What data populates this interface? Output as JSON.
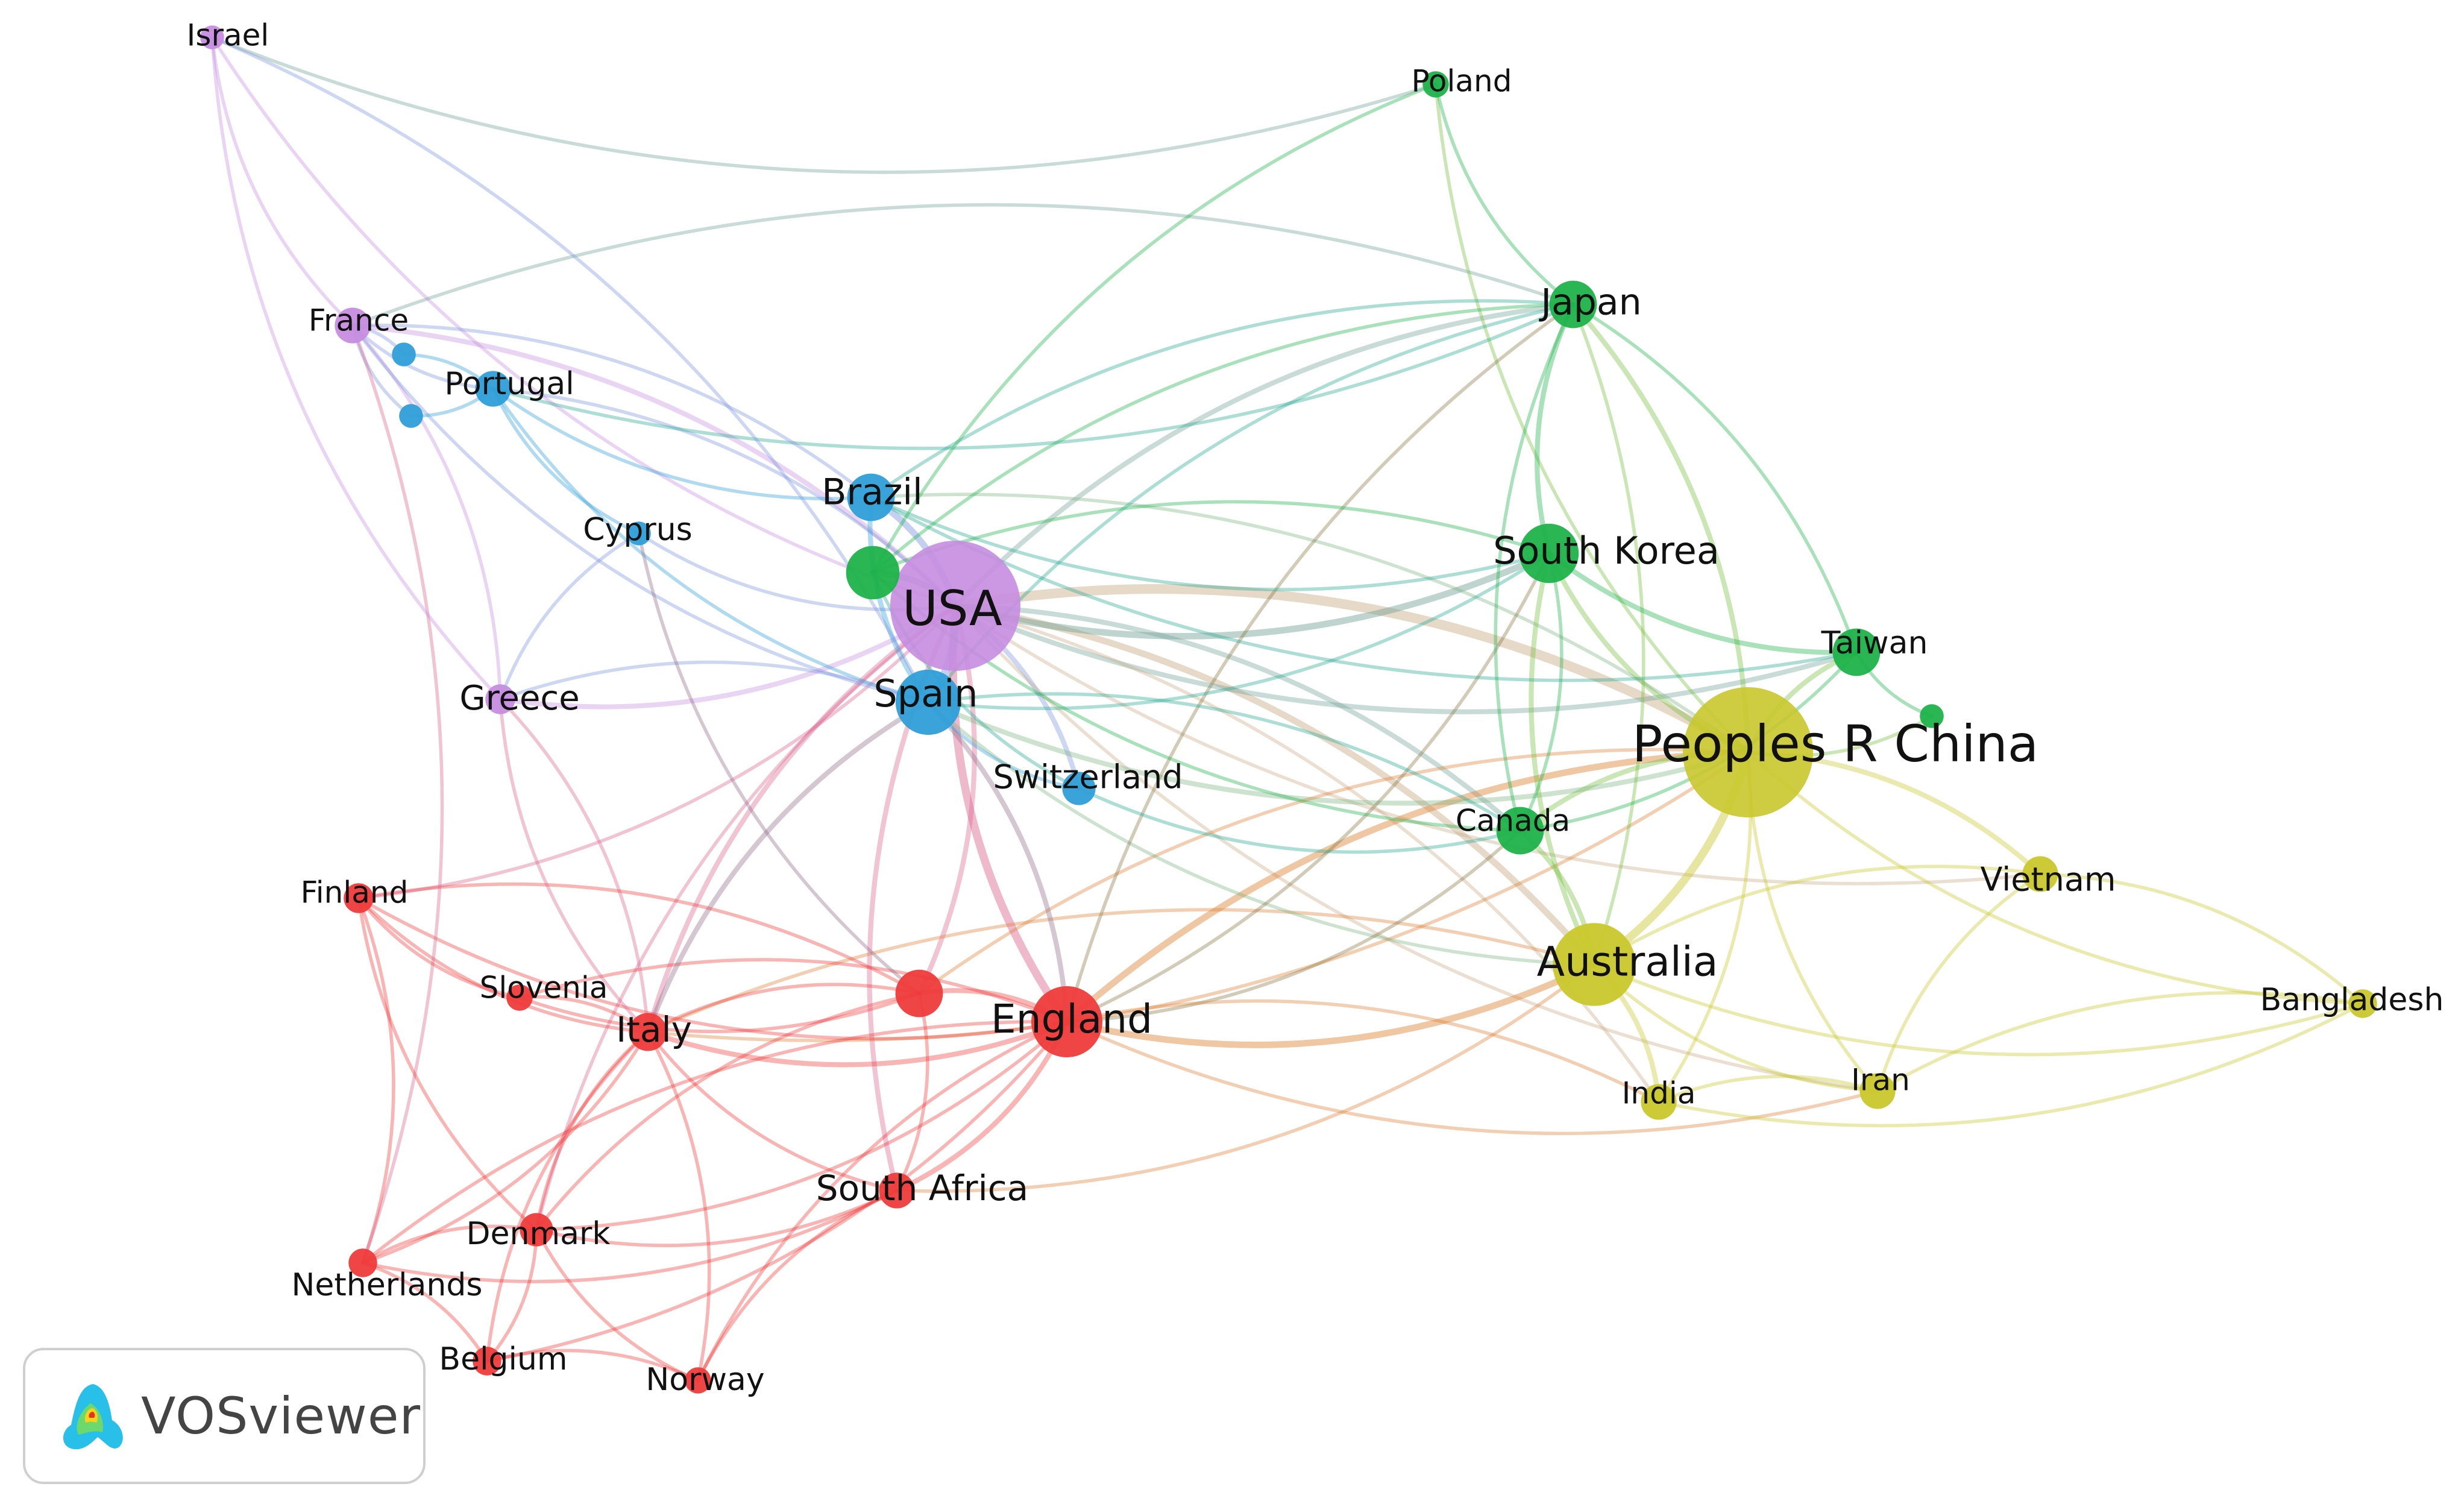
{
  "network": {
    "clusters": {
      "red": "#ef3b3b",
      "green": "#1db24a",
      "blue": "#2f9fd8",
      "yellow": "#c9c82c",
      "purple": "#c68de0"
    },
    "nodes": [
      {
        "id": "usa",
        "label": "USA",
        "cluster": "purple",
        "weight": 10
      },
      {
        "id": "china",
        "label": "Peoples R China",
        "cluster": "yellow",
        "weight": 10
      },
      {
        "id": "australia",
        "label": "Australia",
        "cluster": "yellow",
        "weight": 6
      },
      {
        "id": "england",
        "label": "England",
        "cluster": "red",
        "weight": 5
      },
      {
        "id": "spain",
        "label": "Spain",
        "cluster": "blue",
        "weight": 4.5
      },
      {
        "id": "brazil",
        "label": "Brazil",
        "cluster": "blue",
        "weight": 3
      },
      {
        "id": "southkorea",
        "label": "South Korea",
        "cluster": "green",
        "weight": 4
      },
      {
        "id": "japan",
        "label": "Japan",
        "cluster": "green",
        "weight": 3
      },
      {
        "id": "taiwan",
        "label": "Taiwan",
        "cluster": "green",
        "weight": 3
      },
      {
        "id": "canada",
        "label": "Canada",
        "cluster": "green",
        "weight": 3
      },
      {
        "id": "poland",
        "label": "Poland",
        "cluster": "green",
        "weight": 1.2
      },
      {
        "id": "italy",
        "label": "Italy",
        "cluster": "red",
        "weight": 2.2
      },
      {
        "id": "southafrica",
        "label": "South Africa",
        "cluster": "red",
        "weight": 2
      },
      {
        "id": "denmark",
        "label": "Denmark",
        "cluster": "red",
        "weight": 1.8
      },
      {
        "id": "netherlands",
        "label": "Netherlands",
        "cluster": "red",
        "weight": 1.4
      },
      {
        "id": "belgium",
        "label": "Belgium",
        "cluster": "red",
        "weight": 1.4
      },
      {
        "id": "norway",
        "label": "Norway",
        "cluster": "red",
        "weight": 1.2
      },
      {
        "id": "slovenia",
        "label": "Slovenia",
        "cluster": "red",
        "weight": 1.2
      },
      {
        "id": "finland",
        "label": "Finland",
        "cluster": "red",
        "weight": 1.5
      },
      {
        "id": "greece",
        "label": "Greece",
        "cluster": "purple",
        "weight": 1.5
      },
      {
        "id": "france",
        "label": "France",
        "cluster": "purple",
        "weight": 2
      },
      {
        "id": "israel",
        "label": "Israel",
        "cluster": "purple",
        "weight": 1
      },
      {
        "id": "cyprus",
        "label": "Cyprus",
        "cluster": "blue",
        "weight": 1
      },
      {
        "id": "portugal",
        "label": "Portugal",
        "cluster": "blue",
        "weight": 2
      },
      {
        "id": "switzerland",
        "label": "Switzerland",
        "cluster": "blue",
        "weight": 1.8
      },
      {
        "id": "vietnam",
        "label": "Vietnam",
        "cluster": "yellow",
        "weight": 2
      },
      {
        "id": "bangladesh",
        "label": "Bangladesh",
        "cluster": "yellow",
        "weight": 1.4
      },
      {
        "id": "india",
        "label": "India",
        "cluster": "yellow",
        "weight": 2
      },
      {
        "id": "iran",
        "label": "Iran",
        "cluster": "yellow",
        "weight": 2
      },
      {
        "id": "n_green_usa",
        "label": "",
        "cluster": "green",
        "weight": 3.5
      },
      {
        "id": "n_red_center",
        "label": "",
        "cluster": "red",
        "weight": 3
      },
      {
        "id": "n_green_taiwan",
        "label": "",
        "cluster": "green",
        "weight": 1
      },
      {
        "id": "n_blue_fr1",
        "label": "",
        "cluster": "blue",
        "weight": 1
      },
      {
        "id": "n_blue_fr2",
        "label": "",
        "cluster": "blue",
        "weight": 1
      }
    ],
    "links": [
      [
        "usa",
        "china",
        5
      ],
      [
        "usa",
        "england",
        4
      ],
      [
        "usa",
        "spain",
        4
      ],
      [
        "usa",
        "brazil",
        3
      ],
      [
        "usa",
        "australia",
        3
      ],
      [
        "usa",
        "southkorea",
        3
      ],
      [
        "usa",
        "japan",
        2
      ],
      [
        "usa",
        "taiwan",
        2
      ],
      [
        "usa",
        "canada",
        2
      ],
      [
        "usa",
        "italy",
        2
      ],
      [
        "usa",
        "greece",
        2
      ],
      [
        "usa",
        "france",
        2
      ],
      [
        "usa",
        "israel",
        1
      ],
      [
        "usa",
        "n_green_usa",
        3
      ],
      [
        "usa",
        "switzerland",
        2
      ],
      [
        "usa",
        "portugal",
        1
      ],
      [
        "usa",
        "cyprus",
        1
      ],
      [
        "usa",
        "southafrica",
        2
      ],
      [
        "usa",
        "n_red_center",
        2
      ],
      [
        "usa",
        "denmark",
        1
      ],
      [
        "usa",
        "finland",
        1
      ],
      [
        "usa",
        "vietnam",
        1
      ],
      [
        "usa",
        "india",
        1
      ],
      [
        "usa",
        "iran",
        1
      ],
      [
        "china",
        "australia",
        4
      ],
      [
        "china",
        "england",
        3
      ],
      [
        "china",
        "southkorea",
        2
      ],
      [
        "china",
        "japan",
        2
      ],
      [
        "china",
        "taiwan",
        2
      ],
      [
        "china",
        "canada",
        2
      ],
      [
        "china",
        "vietnam",
        2
      ],
      [
        "china",
        "bangladesh",
        1
      ],
      [
        "china",
        "india",
        1
      ],
      [
        "china",
        "iran",
        1
      ],
      [
        "china",
        "spain",
        2
      ],
      [
        "china",
        "brazil",
        1
      ],
      [
        "china",
        "italy",
        1
      ],
      [
        "china",
        "n_green_taiwan",
        1
      ],
      [
        "china",
        "poland",
        1
      ],
      [
        "china",
        "n_red_center",
        1
      ],
      [
        "australia",
        "england",
        3
      ],
      [
        "australia",
        "canada",
        2
      ],
      [
        "australia",
        "southkorea",
        2
      ],
      [
        "australia",
        "japan",
        1
      ],
      [
        "australia",
        "india",
        2
      ],
      [
        "australia",
        "iran",
        1
      ],
      [
        "australia",
        "vietnam",
        1
      ],
      [
        "australia",
        "italy",
        1
      ],
      [
        "australia",
        "spain",
        1
      ],
      [
        "australia",
        "bangladesh",
        1
      ],
      [
        "australia",
        "southafrica",
        1
      ],
      [
        "england",
        "spain",
        2
      ],
      [
        "england",
        "italy",
        2
      ],
      [
        "england",
        "n_red_center",
        2
      ],
      [
        "england",
        "southafrica",
        2
      ],
      [
        "england",
        "canada",
        1
      ],
      [
        "england",
        "japan",
        1
      ],
      [
        "england",
        "southkorea",
        1
      ],
      [
        "england",
        "denmark",
        1
      ],
      [
        "england",
        "netherlands",
        1
      ],
      [
        "england",
        "belgium",
        1
      ],
      [
        "england",
        "norway",
        1
      ],
      [
        "england",
        "finland",
        1
      ],
      [
        "england",
        "iran",
        1
      ],
      [
        "england",
        "india",
        1
      ],
      [
        "england",
        "slovenia",
        1
      ],
      [
        "spain",
        "brazil",
        2
      ],
      [
        "spain",
        "italy",
        2
      ],
      [
        "spain",
        "portugal",
        1
      ],
      [
        "spain",
        "switzerland",
        1
      ],
      [
        "spain",
        "japan",
        1
      ],
      [
        "spain",
        "southkorea",
        1
      ],
      [
        "spain",
        "canada",
        1
      ],
      [
        "spain",
        "greece",
        1
      ],
      [
        "brazil",
        "japan",
        1
      ],
      [
        "brazil",
        "southkorea",
        1
      ],
      [
        "brazil",
        "portugal",
        1
      ],
      [
        "brazil",
        "taiwan",
        1
      ],
      [
        "southkorea",
        "japan",
        2
      ],
      [
        "southkorea",
        "taiwan",
        2
      ],
      [
        "southkorea",
        "canada",
        1
      ],
      [
        "southkorea",
        "n_green_usa",
        1
      ],
      [
        "japan",
        "taiwan",
        1
      ],
      [
        "japan",
        "canada",
        1
      ],
      [
        "japan",
        "poland",
        1
      ],
      [
        "japan",
        "n_green_usa",
        1
      ],
      [
        "japan",
        "portugal",
        1
      ],
      [
        "japan",
        "france",
        1
      ],
      [
        "taiwan",
        "canada",
        1
      ],
      [
        "taiwan",
        "n_green_taiwan",
        1
      ],
      [
        "canada",
        "n_green_usa",
        1
      ],
      [
        "poland",
        "n_green_usa",
        1
      ],
      [
        "poland",
        "israel",
        1
      ],
      [
        "italy",
        "denmark",
        1
      ],
      [
        "italy",
        "netherlands",
        1
      ],
      [
        "italy",
        "belgium",
        1
      ],
      [
        "italy",
        "norway",
        1
      ],
      [
        "italy",
        "slovenia",
        1
      ],
      [
        "italy",
        "finland",
        1
      ],
      [
        "italy",
        "southafrica",
        1
      ],
      [
        "italy",
        "n_red_center",
        1
      ],
      [
        "italy",
        "greece",
        1
      ],
      [
        "n_red_center",
        "southafrica",
        1
      ],
      [
        "n_red_center",
        "denmark",
        1
      ],
      [
        "n_red_center",
        "slovenia",
        1
      ],
      [
        "n_red_center",
        "finland",
        1
      ],
      [
        "southafrica",
        "denmark",
        1
      ],
      [
        "southafrica",
        "norway",
        1
      ],
      [
        "southafrica",
        "netherlands",
        1
      ],
      [
        "denmark",
        "netherlands",
        1
      ],
      [
        "denmark",
        "belgium",
        1
      ],
      [
        "denmark",
        "norway",
        1
      ],
      [
        "netherlands",
        "belgium",
        1
      ],
      [
        "netherlands",
        "finland",
        1
      ],
      [
        "belgium",
        "norway",
        1
      ],
      [
        "greece",
        "france",
        1
      ],
      [
        "greece",
        "cyprus",
        1
      ],
      [
        "greece",
        "italy",
        1
      ],
      [
        "france",
        "israel",
        1
      ],
      [
        "france",
        "portugal",
        1
      ],
      [
        "france",
        "n_blue_fr1",
        1
      ],
      [
        "france",
        "n_blue_fr2",
        1
      ],
      [
        "france",
        "brazil",
        1
      ],
      [
        "france",
        "spain",
        1
      ],
      [
        "france",
        "netherlands",
        1
      ],
      [
        "israel",
        "greece",
        1
      ],
      [
        "israel",
        "spain",
        1
      ],
      [
        "portugal",
        "n_blue_fr1",
        1
      ],
      [
        "portugal",
        "n_blue_fr2",
        1
      ],
      [
        "portugal",
        "cyprus",
        1
      ],
      [
        "switzerland",
        "n_green_usa",
        1
      ],
      [
        "switzerland",
        "canada",
        1
      ],
      [
        "vietnam",
        "bangladesh",
        1
      ],
      [
        "vietnam",
        "iran",
        1
      ],
      [
        "india",
        "iran",
        1
      ],
      [
        "india",
        "bangladesh",
        1
      ],
      [
        "iran",
        "bangladesh",
        1
      ],
      [
        "cyprus",
        "n_red_center",
        1
      ],
      [
        "slovenia",
        "finland",
        1
      ],
      [
        "finland",
        "denmark",
        1
      ]
    ]
  },
  "badge": {
    "product": "VOSviewer",
    "icon": "vosviewer-logo-icon"
  }
}
